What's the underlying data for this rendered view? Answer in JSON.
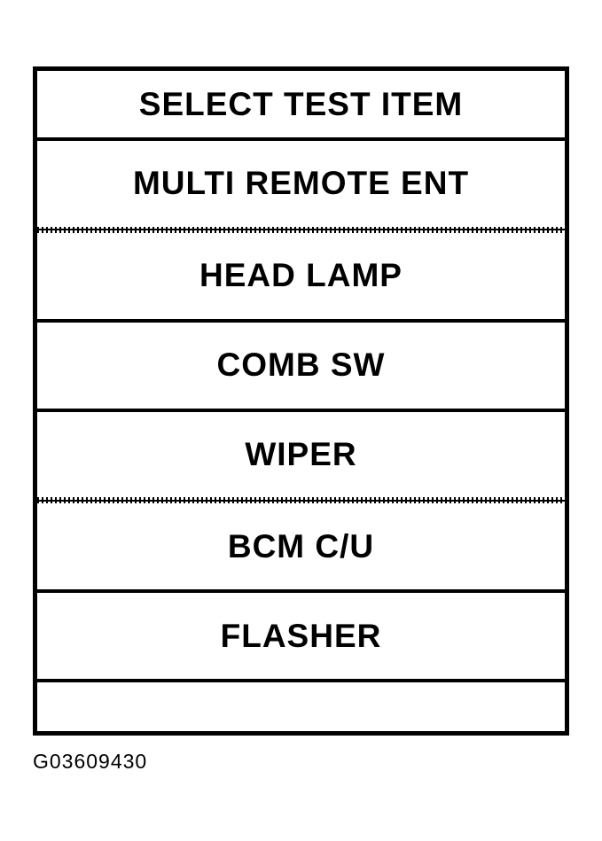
{
  "menu": {
    "title": "SELECT TEST ITEM",
    "items": [
      {
        "label": "MULTI REMOTE ENT",
        "separator_below": "dotted"
      },
      {
        "label": "HEAD LAMP",
        "separator_below": "solid"
      },
      {
        "label": "COMB SW",
        "separator_below": "solid"
      },
      {
        "label": "WIPER",
        "separator_below": "dotted"
      },
      {
        "label": "BCM C/U",
        "separator_below": "solid"
      },
      {
        "label": "FLASHER",
        "separator_below": "solid"
      }
    ],
    "empty_row": ""
  },
  "colors": {
    "ink": "#000000",
    "background": "#ffffff"
  },
  "figure_id": "G03609430"
}
